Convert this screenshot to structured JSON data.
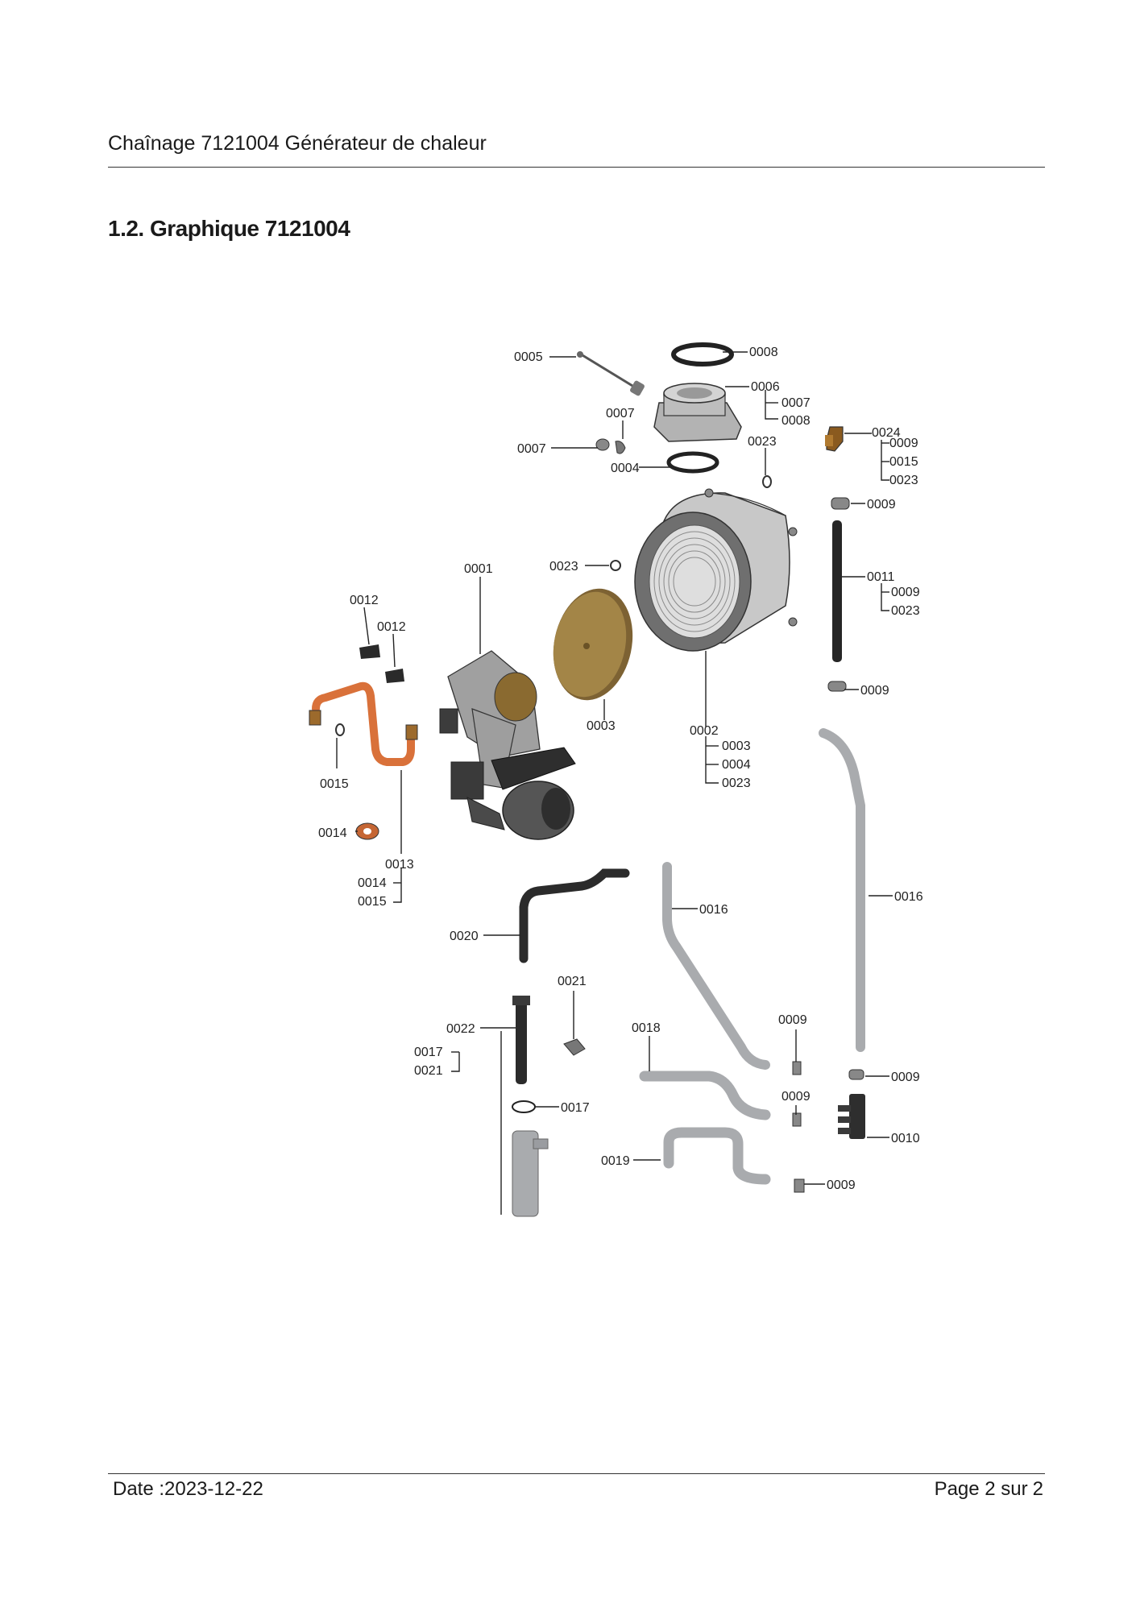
{
  "header": {
    "title": "Chaînage 7121004 Générateur de chaleur"
  },
  "section": {
    "title": "1.2. Graphique 7121004"
  },
  "callouts": {
    "c0001": "0001",
    "c0002": "0002",
    "c0002_sub": [
      "0003",
      "0004",
      "0023"
    ],
    "c0003": "0003",
    "c0004": "0004",
    "c0005": "0005",
    "c0006": "0006",
    "c0006_sub": [
      "0007",
      "0008"
    ],
    "c0007a": "0007",
    "c0007b": "0007",
    "c0008": "0008",
    "c0009a": "0009",
    "c0009b": "0009",
    "c0009c": "0009",
    "c0009d": "0009",
    "c0009e": "0009",
    "c0009f": "0009",
    "c0010": "0010",
    "c0011": "0011",
    "c0011_sub": [
      "0009",
      "0023"
    ],
    "c0012a": "0012",
    "c0012b": "0012",
    "c0013": "0013",
    "c0013_sub": [
      "0014",
      "0015"
    ],
    "c0014": "0014",
    "c0015": "0015",
    "c0016a": "0016",
    "c0016b": "0016",
    "c0017": "0017",
    "c0018": "0018",
    "c0019": "0019",
    "c0020": "0020",
    "c0021": "0021",
    "c0022": "0022",
    "c0022_sub": [
      "0017",
      "0021"
    ],
    "c0023a": "0023",
    "c0023b": "0023",
    "c0024": "0024",
    "c0024_sub": [
      "0009",
      "0015",
      "0023"
    ]
  },
  "colors": {
    "copper": "#d9713a",
    "gold": "#a08040",
    "grey": "#a9abae",
    "dark": "#2b2b2b"
  },
  "footer": {
    "date": "Date :2023-12-22",
    "page_label": "Page 2 sur",
    "page_total": "2"
  }
}
